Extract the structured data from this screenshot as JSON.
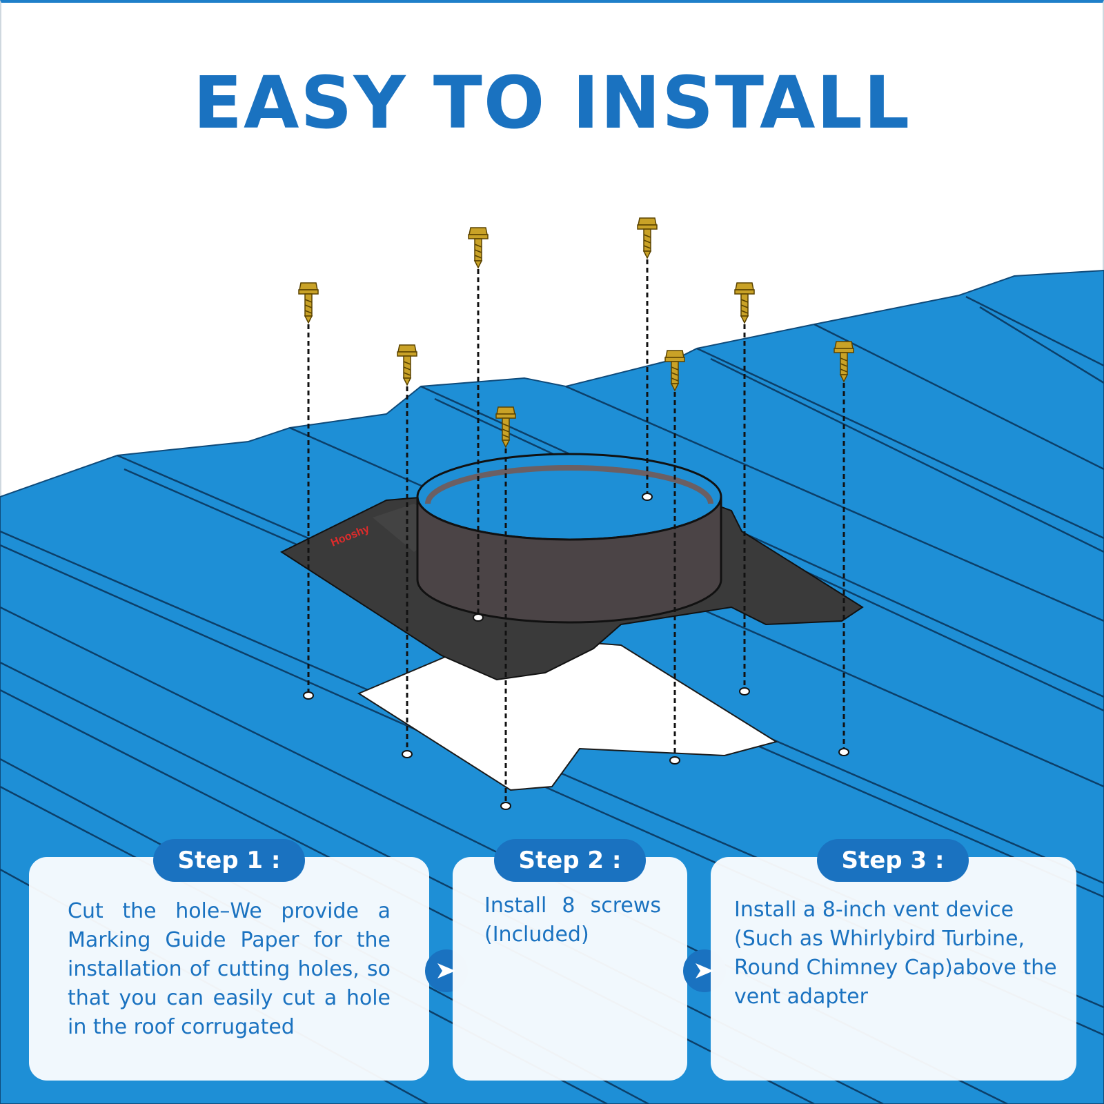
{
  "title": "EASY TO INSTALL",
  "colors": {
    "brand_blue": "#1a72c0",
    "roof_blue": "#1e8fd6",
    "roof_line": "#0e4a7a",
    "flashing": "#3a3a3a",
    "screw": "#c9a227"
  },
  "illustration": {
    "flashing_label": "Hooshy",
    "screw_count": 8
  },
  "steps": [
    {
      "label": "Step 1 :",
      "text": "Cut the hole–We provide a Marking Guide Paper for the installation of cutting holes, so that you can easily cut a hole in the roof corrugated"
    },
    {
      "label": "Step 2 :",
      "text": "Install 8 screws (Included)"
    },
    {
      "label": "Step 3 :",
      "text": "Install a 8-inch vent device (Such as Whirlybird Turbine, Round Chimney Cap)above the vent adapter"
    }
  ],
  "icons": {
    "next": "chevron-right-icon"
  }
}
